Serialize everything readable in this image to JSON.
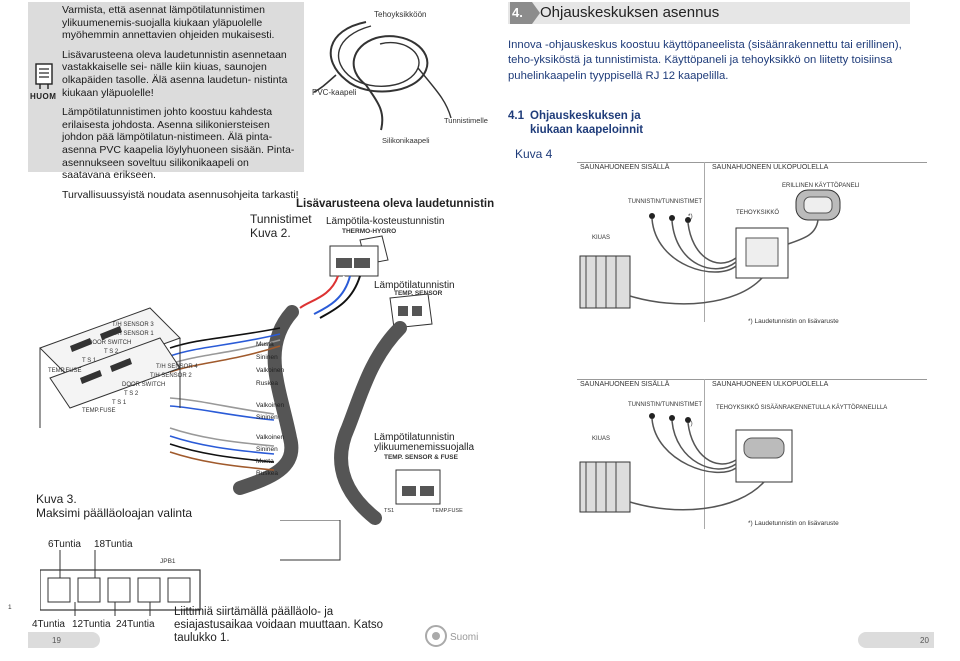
{
  "warning": {
    "paragraph1": "Varmista, että asennat lämpötilatunnistimen ylikuumenemis-suojalla kiukaan yläpuolelle myöhemmin annettavien ohjeiden mukaisesti.",
    "paragraph2": "Lisävarusteena oleva laudetunnistin asennetaan vastakkaiselle sei- nälle kiin kiuas, saunojen olkapäiden tasolle. Älä asenna laudetun- nistinta kiukaan yläpuolelle!",
    "paragraph3": "Lämpötilatunnistimen johto koostuu kahdesta erilaisesta johdosta. Asenna silikoniersteisen johdon pää lämpötilatun-nistimeen. Älä pinta-asenna PVC kaapelia löylyhuoneen sisään. Pinta-asennukseen soveltuu silikonikaapeli on saatavana erikseen.",
    "paragraph4": "Turvallisuussyistä noudata asennusohjeita tarkasti!",
    "icon_label": "HUOM",
    "icon": "warning-board-icon"
  },
  "cable_diagram": {
    "tehoyksikkoon": "Tehoyksikköön",
    "pvc": "PVC-kaapeli",
    "silikoni": "Silikonikaapeli",
    "tunnistimelle": "Tunnistimelle"
  },
  "figure2": {
    "title": "Tunnistimet",
    "kuva": "Kuva 2.",
    "accessory_title": "Lisävarusteena oleva laudetunnistin",
    "humidity_sensor": "Lämpötila-kosteustunnistin",
    "humidity_sensor_code": "THERMO-HYGRO",
    "temp_sensor": "Lämpötilatunnistin",
    "temp_sensor_code": "TEMP. SENSOR",
    "fuse_sensor_1": "Lämpötilatunnistin",
    "fuse_sensor_2": "ylikuumenemissuojalla",
    "fuse_sensor_code": "TEMP. SENSOR & FUSE",
    "ts1": "TS1",
    "tempfuse": "TEMP.FUSE",
    "wires_a": [
      "Musta",
      "Sininen",
      "Valkoinen",
      "Ruskea"
    ],
    "wires_b": [
      "Valkoinen",
      "Sininen"
    ],
    "wires_c": [
      "Valkoinen",
      "Sininen",
      "Musta",
      "Ruskea"
    ],
    "terminals": [
      "T/H SENSOR 3",
      "T/H SENSOR 1",
      "DOOR SWITCH",
      "T S 2",
      "T S 1",
      "T/H SENSOR 4",
      "T/H SENSOR 2",
      "DOOR SWITCH",
      "T S 2",
      "T S 1",
      "TEMP.FUSE",
      "TEMP.FUSE"
    ]
  },
  "figure3": {
    "kuva": "Kuva 3.",
    "caption": "Maksimi päälläoloajan valinta",
    "top_labels": [
      "6Tuntia",
      "18Tuntia"
    ],
    "bottom_labels": [
      "4Tuntia",
      "12Tuntia",
      "24Tuntia"
    ],
    "jp": "JPB1",
    "one": "1",
    "note": "Liittimiä siirtämällä päälläolo- ja esiajastusaikaa voidaan muuttaan. Katso taulukko 1."
  },
  "section4": {
    "number": "4.",
    "title": "Ohjauskeskuksen asennus",
    "intro": "Innova -ohjauskeskus koostuu käyttöpaneelista (sisäänrakennettu tai erillinen), teho-yksiköstä ja tunnistimista. Käyttöpaneli ja tehoyksikkö on liitetty toisiinsa puhelinkaapelin tyyppisellä RJ 12 kaapelilla.",
    "sub_number": "4.1",
    "sub_title_1": "Ohjauskeskuksen ja",
    "sub_title_2": "kiukaan kaapeloinnit",
    "kuva": "Kuva 4"
  },
  "figure4_top": {
    "inside": "SAUNAHUONEEN SISÄLLÄ",
    "outside": "SAUNAHUONEEN ULKOPUOLELLA",
    "panel": "ERILLINEN KÄYTTÖPANELI",
    "sensors": "TUNNISTIN/TUNNISTIMET",
    "unit": "TEHOYKSIKKÖ",
    "kiuas": "KIUAS",
    "asterisk": "*)",
    "note": "*) Laudetunnistin on lisävaruste"
  },
  "figure4_bottom": {
    "inside": "SAUNAHUONEEN SISÄLLÄ",
    "outside": "SAUNAHUONEEN ULKOPUOLELLA",
    "sensors": "TUNNISTIN/TUNNISTIMET",
    "unit": "TEHOYKSIKKÖ SISÄÄNRAKENNETULLA KÄYTTÖPANELILLA",
    "kiuas": "KIUAS",
    "asterisk": "*)",
    "note": "*) Laudetunnistin on lisävaruste"
  },
  "footer": {
    "page_left": "19",
    "page_right": "20",
    "language": "Suomi"
  }
}
